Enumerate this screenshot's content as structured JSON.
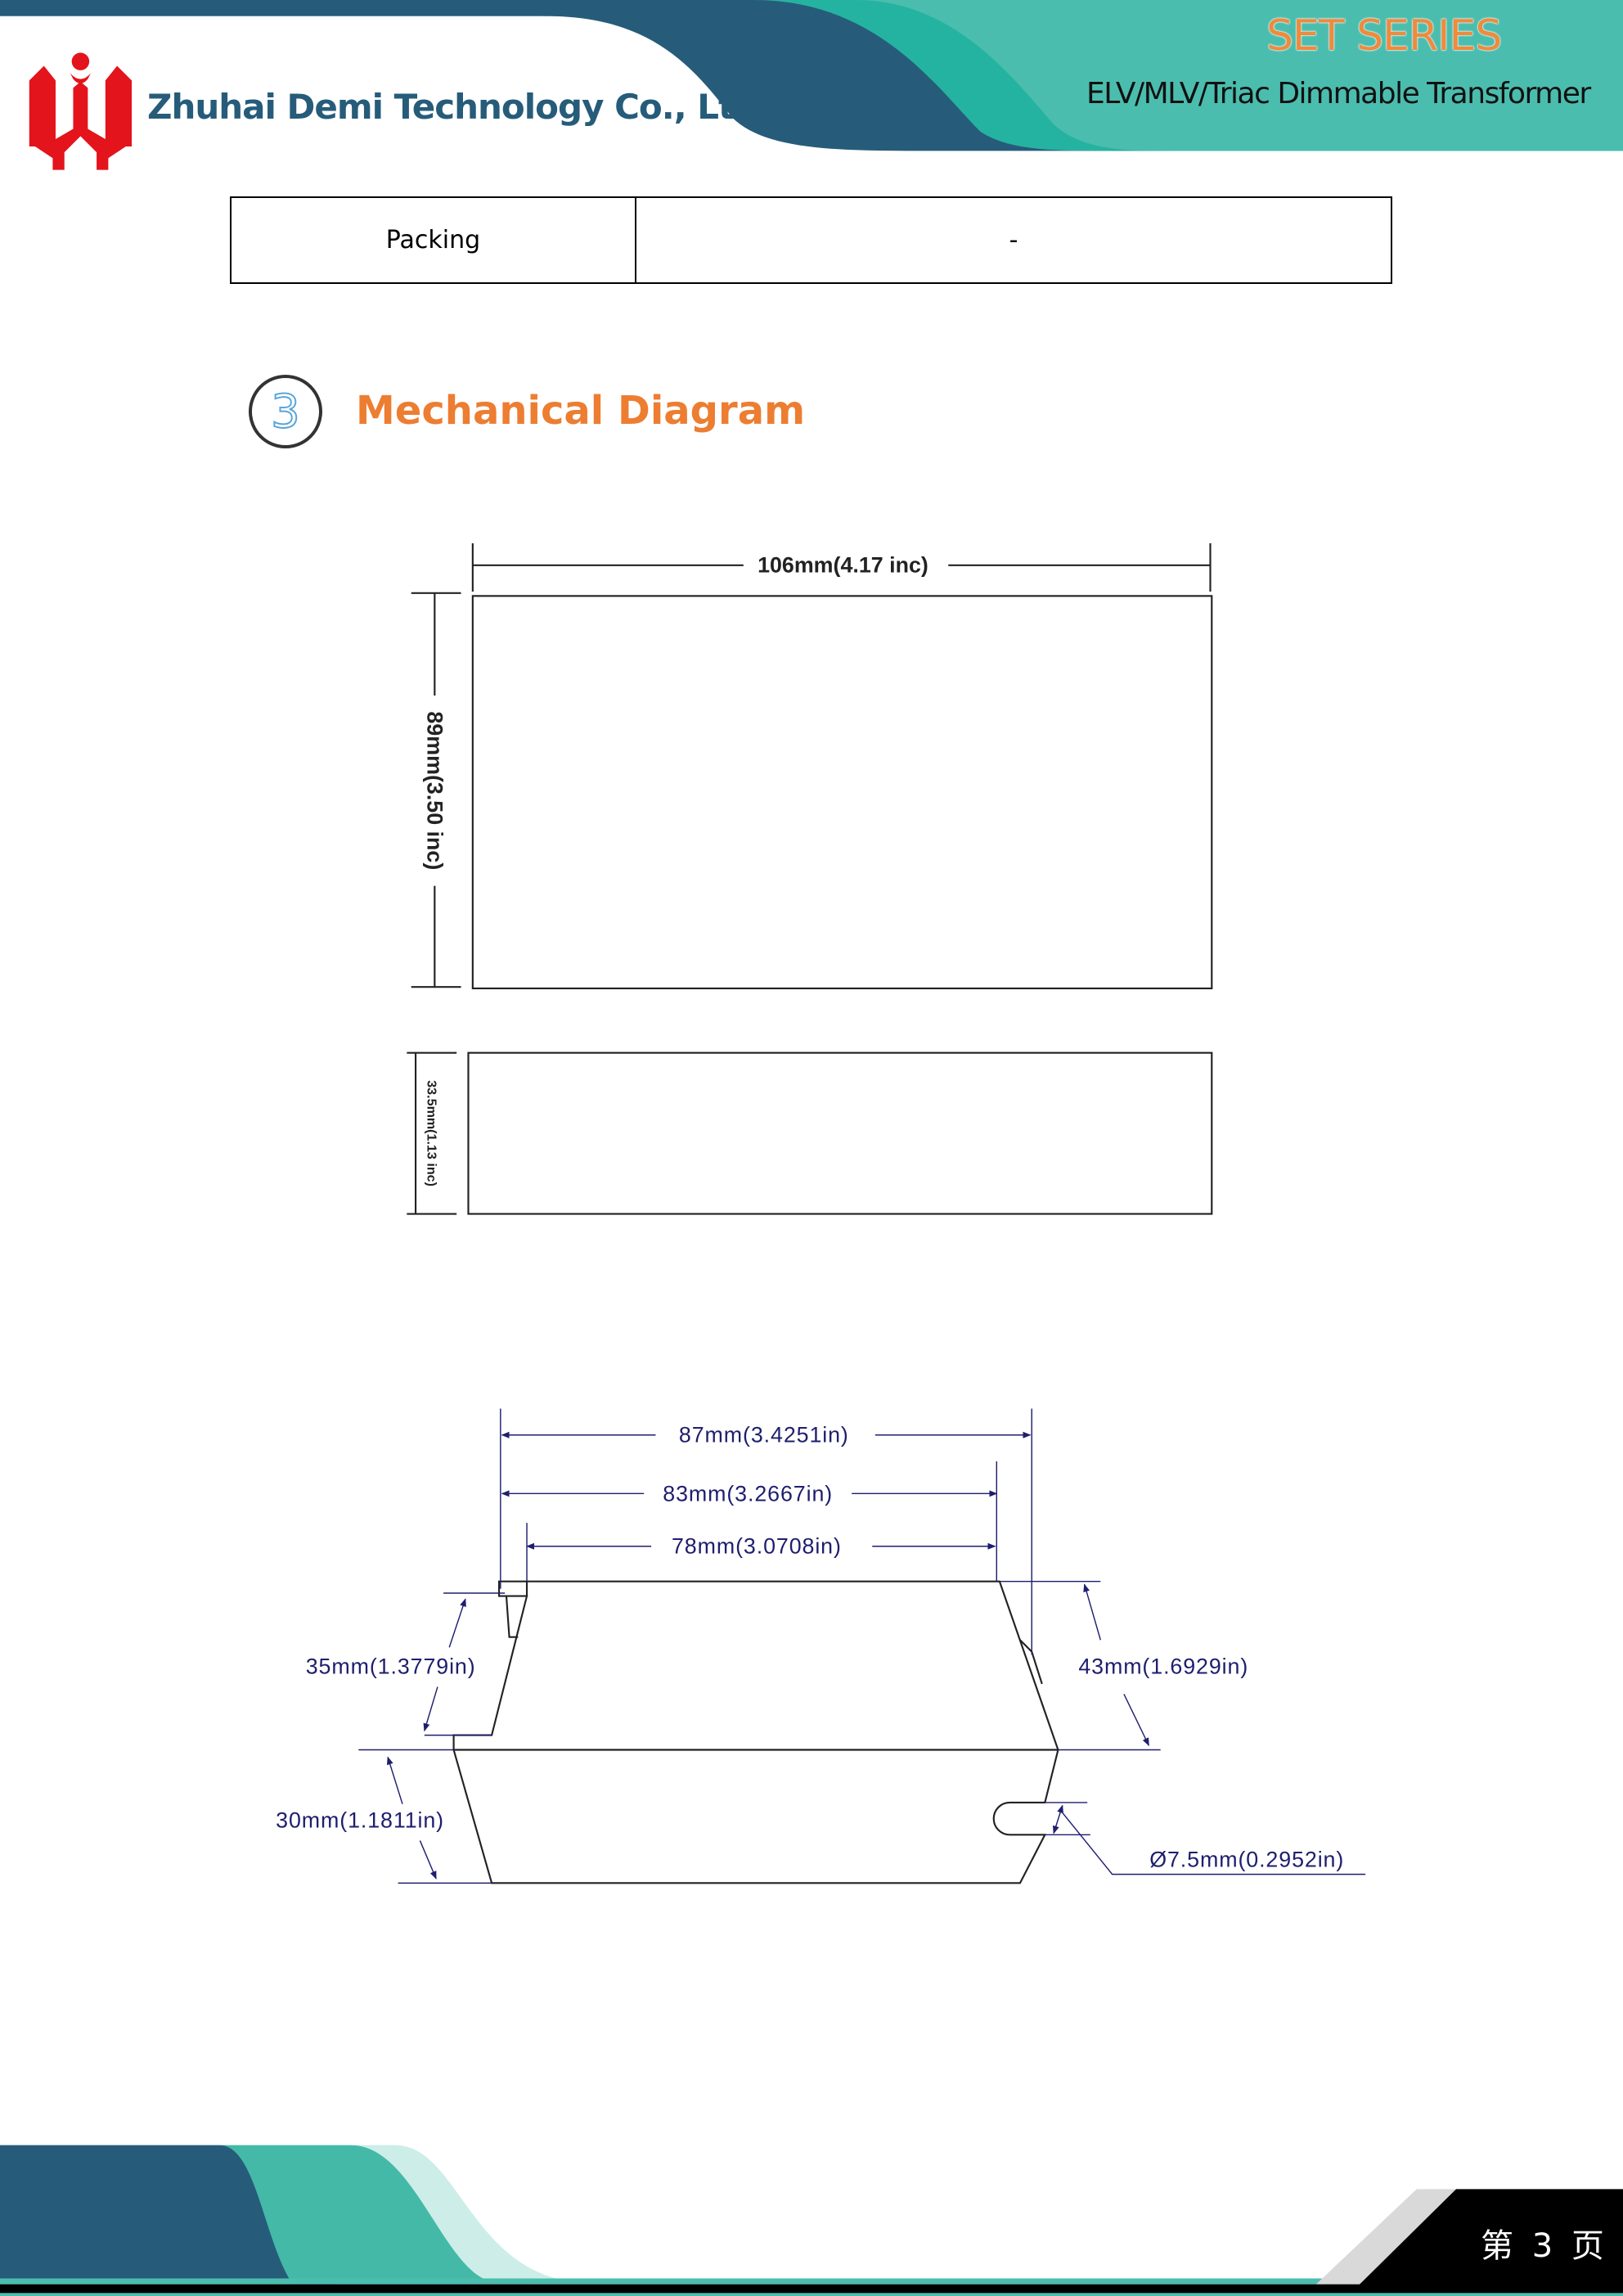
{
  "header": {
    "company": "Zhuhai Demi Technology Co., Ltd.",
    "series": "SET SERIES",
    "product": "ELV/MLV/Triac Dimmable Transformer",
    "colors": {
      "dark_blue": "#265C7A",
      "teal": "#25B3A1",
      "light_teal": "#4BBDAE",
      "orange": "#F08A3C",
      "logo_red": "#E3141B"
    }
  },
  "spec_table": {
    "rows": [
      {
        "label": "Packing",
        "value": "-"
      }
    ]
  },
  "section": {
    "number": "3",
    "title": "Mechanical Diagram"
  },
  "top_view": {
    "width_label": "106mm(4.17 inc)",
    "height_label": "89mm(3.50 inc)"
  },
  "side_view": {
    "height_label": "33.5mm(1.13 inc)"
  },
  "profile_view": {
    "dim_87": "87mm(3.4251in)",
    "dim_83": "83mm(3.2667in)",
    "dim_78": "78mm(3.0708in)",
    "dim_35": "35mm(1.3779in)",
    "dim_43": "43mm(1.6929in)",
    "dim_30": "30mm(1.1811in)",
    "dim_hole": "Ø7.5mm(0.2952in)",
    "dim_color": "#1E1E6E"
  },
  "footer": {
    "page": "第 3 页"
  }
}
